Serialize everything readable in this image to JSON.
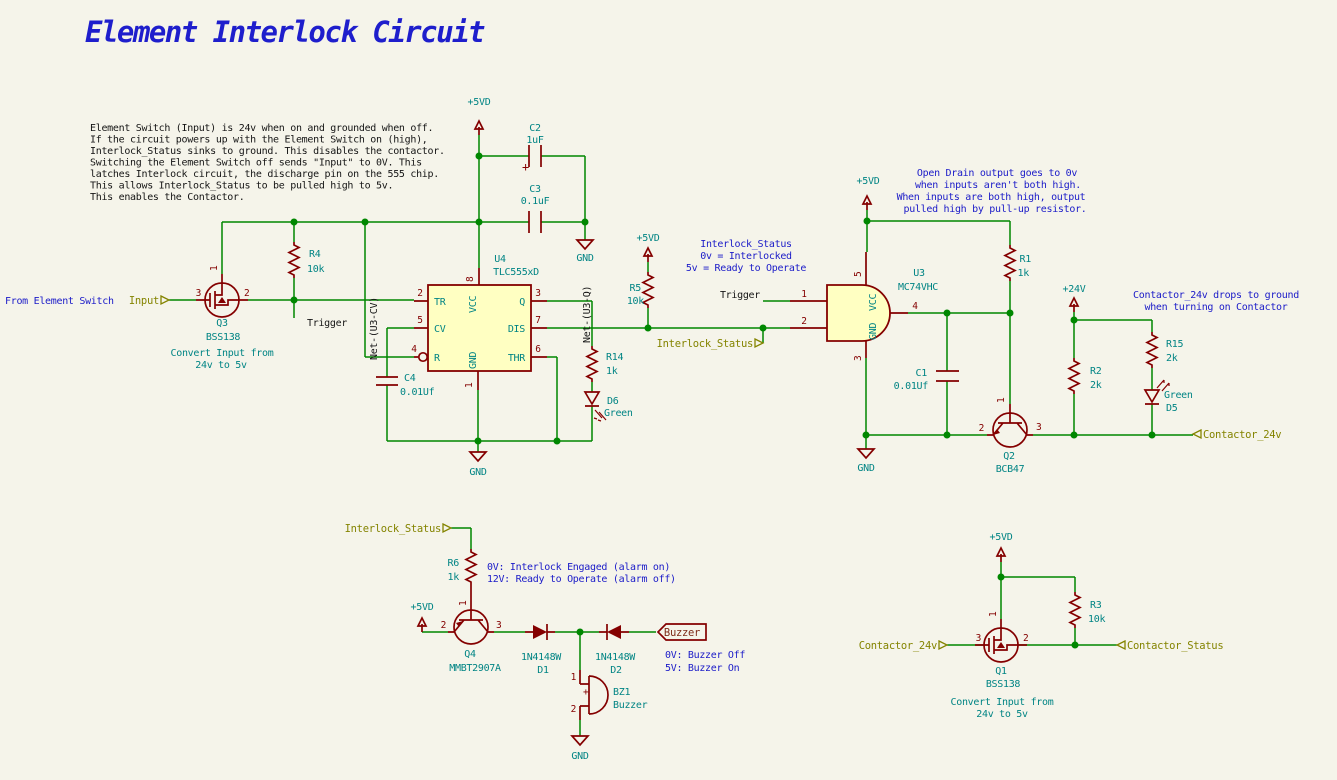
{
  "title": "Element Interlock Circuit",
  "description_lines": [
    "Element Switch (Input) is 24v when on and grounded when off.",
    "If the circuit powers up with the Element Switch on (high),",
    "Interlock_Status sinks to ground. This disables the contactor.",
    "Switching the Element Switch off sends \"Input\" to 0V. This",
    "latches Interlock circuit, the discharge pin on the 555 chip.",
    "This allows Interlock_Status to be pulled high to 5v.",
    "This enables the Contactor."
  ],
  "notes": {
    "from_element_switch": "From Element Switch",
    "interlock_l1": "Interlock_Status",
    "interlock_l2": "0v = Interlocked",
    "interlock_l3": "5v = Ready to Operate",
    "open_drain_l1": "Open Drain output goes to 0v",
    "open_drain_l2": "when inputs aren't both high.",
    "open_drain_l3": "When inputs are both high, output",
    "open_drain_l4": "pulled high by pull-up resistor.",
    "contactor_l1": "Contactor_24v drops to ground",
    "contactor_l2": "when turning on Contactor",
    "alarm_l1": "0V: Interlock Engaged (alarm on)",
    "alarm_l2": "12V: Ready to Operate (alarm off)",
    "buzzer_l1": "0V: Buzzer Off",
    "buzzer_l2": "5V: Buzzer On",
    "convert_l1": "Convert Input from",
    "convert_l2": "24v to 5v"
  },
  "power": {
    "p5vd": "+5VD",
    "p24v": "+24V",
    "gnd": "GND"
  },
  "net_labels": {
    "input": "Input",
    "trigger": "Trigger",
    "interlock_status": "Interlock_Status",
    "contactor_24v": "Contactor_24v",
    "contactor_status": "Contactor_Status",
    "net_u3_cv": "Net-(U3-CV)",
    "net_u3_q": "Net-(U3-Q)",
    "buzzer": "Buzzer"
  },
  "components": {
    "u4": {
      "ref": "U4",
      "value": "TLC555xD",
      "pins": {
        "tr": "TR",
        "cv": "CV",
        "r": "R",
        "q": "Q",
        "dis": "DIS",
        "thr": "THR",
        "vcc": "VCC",
        "gnd": "GND"
      }
    },
    "u3": {
      "ref": "U3",
      "value": "MC74VHC",
      "pins": {
        "vcc": "VCC",
        "gnd": "GND"
      }
    },
    "q1": {
      "ref": "Q1",
      "value": "BSS138"
    },
    "q2": {
      "ref": "Q2",
      "value": "BCB47"
    },
    "q3": {
      "ref": "Q3",
      "value": "BSS138"
    },
    "q4": {
      "ref": "Q4",
      "value": "MMBT2907A"
    },
    "r1": {
      "ref": "R1",
      "value": "1k"
    },
    "r2": {
      "ref": "R2",
      "value": "2k"
    },
    "r3": {
      "ref": "R3",
      "value": "10k"
    },
    "r4": {
      "ref": "R4",
      "value": "10k"
    },
    "r5": {
      "ref": "R5",
      "value": "10k"
    },
    "r6": {
      "ref": "R6",
      "value": "1k"
    },
    "r14": {
      "ref": "R14",
      "value": "1k"
    },
    "r15": {
      "ref": "R15",
      "value": "2k"
    },
    "c1": {
      "ref": "C1",
      "value": "0.01Uf"
    },
    "c2": {
      "ref": "C2",
      "value": "1uF"
    },
    "c3": {
      "ref": "C3",
      "value": "0.1uF"
    },
    "c4": {
      "ref": "C4",
      "value": "0.01Uf"
    },
    "d1": {
      "ref": "D1",
      "value": "1N4148W"
    },
    "d2": {
      "ref": "D2",
      "value": "1N4148W"
    },
    "d5": {
      "ref": "D5",
      "value": "Green"
    },
    "d6": {
      "ref": "D6",
      "value": "Green"
    },
    "bz1": {
      "ref": "BZ1",
      "value": "Buzzer"
    }
  },
  "pin_numbers": {
    "n1": "1",
    "n2": "2",
    "n3": "3",
    "n4": "4",
    "n5": "5",
    "n6": "6",
    "n7": "7",
    "n8": "8",
    "plus": "+"
  },
  "colors": {
    "background": "#F5F4EA",
    "wire": "#008700",
    "symbol": "#840000",
    "value_text": "#008484",
    "note_blue": "#1B1BC8",
    "global_label": "#848400",
    "local_label": "#151515",
    "ic_fill": "#FFFFC2",
    "hier_label": "#7F2B18"
  }
}
